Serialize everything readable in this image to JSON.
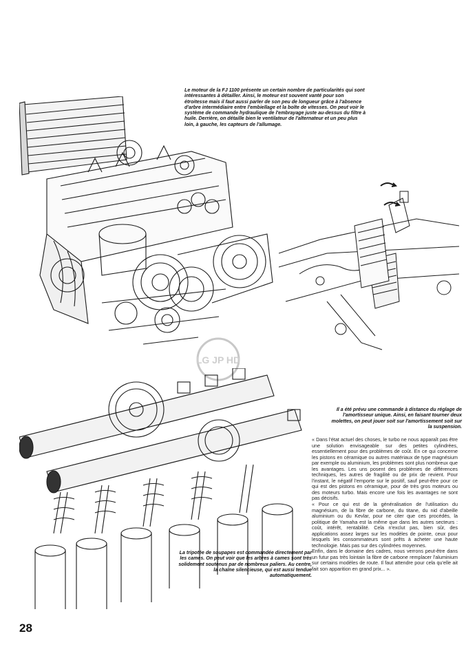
{
  "captions": {
    "engine": "Le moteur de la FJ 1100 présente un certain nombre de particularités qui sont intéressantes à détailler. Ainsi, le moteur est souvent vanté pour son étroitesse mais il faut aussi parler de son peu de longueur grâce à l'absence d'arbre intermédiaire entre l'embiellage et la boîte de vitesses. On peut voir le système de commande hydraulique de l'embrayage juste au-dessus du filtre à huile. Derrière, on détaille bien le ventilateur de l'alternateur et un peu plus loin, à gauche, les capteurs de l'allumage.",
    "shock": "Il a été prévu une commande à distance du réglage de l'amortisseur unique. Ainsi, en faisant tourner deux molettes, on peut jouer soit sur l'amortissement soit sur la suspension.",
    "valves": "La tripotée de soupapes est commandée directement par les cames. On peut voir que les arbres à cames sont très solidement soutenus par de nombreux paliers. Au centre, la chaîne silencieuse, qui est aussi tendue automatiquement."
  },
  "body": {
    "paragraphs": [
      "« Dans l'état actuel des choses, le turbo ne nous apparaît pas être une solution envisageable sur des petites cylindrées, essentiellement pour des problèmes de coût. En ce qui concerne les pistons en céramique ou autres matériaux de type magnésium par exemple ou aluminium, les problèmes sont plus nombreux que les avantages. Les uns posent des problèmes de différences techniques, les autres de fragilité ou de prix de revient. Pour l'instant, le négatif l'emporte sur le positif, sauf peut-être pour ce qui est des pistons en céramique, pour de très gros moteurs ou des moteurs turbo. Mais encore une fois les avantages ne sont pas décisifs.",
      "« Pour ce qui est de la généralisation de l'utilisation du magnésium, de la fibre de carbone, du titane, du nid d'abeille aluminium ou du Kevlar, pour ne citer que ces procédés, la politique de Yamaha est la même que dans les autres secteurs : coût, intérêt, rentabilité. Cela n'exclut pas, bien sûr, des applications assez larges sur les modèles de pointe, ceux pour lesquels les consommateurs sont prêts à acheter une haute technologie. Mais pas sur des cylindrées moyennes.",
      "Enfin, dans le domaine des cadres, nous verrons peut-être dans un futur pas très lointain la fibre de carbone remplacer l'aluminium sur certains modèles de route. Il faut attendre pour cela qu'elle ait fait son apparition en grand prix... »."
    ]
  },
  "page_number": "28",
  "watermark_text": "LG JP HD"
}
